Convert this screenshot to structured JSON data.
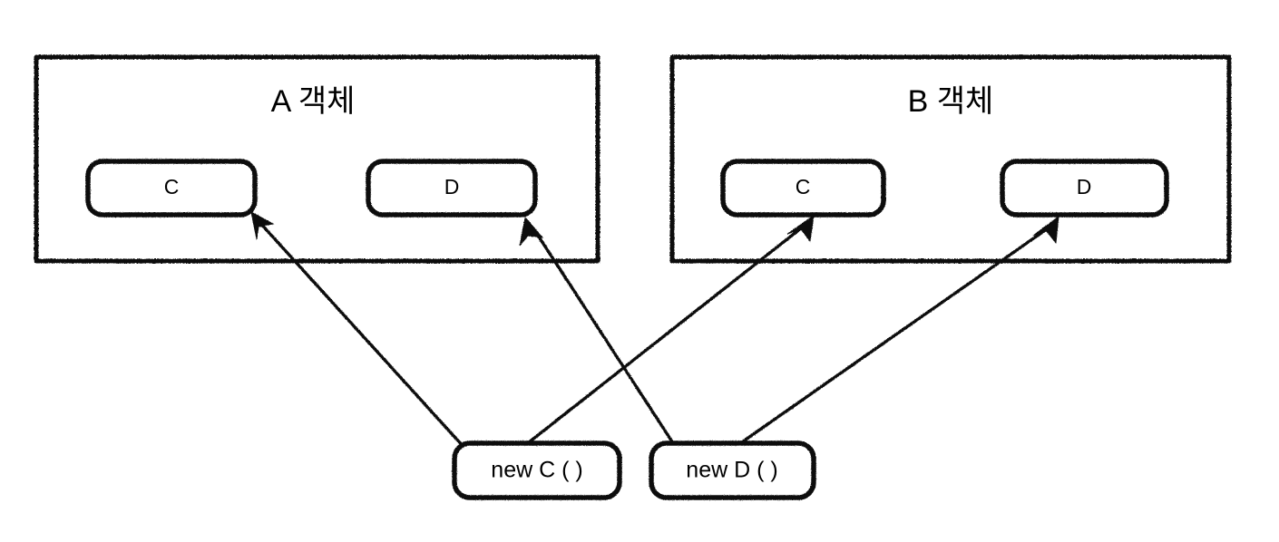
{
  "diagram": {
    "style": "hand-drawn sketch",
    "background_color": "#ffffff",
    "stroke_color": "#111111",
    "containers": [
      {
        "id": "object-a",
        "title": "A 객체",
        "members": [
          {
            "id": "a-c",
            "label": "C"
          },
          {
            "id": "a-d",
            "label": "D"
          }
        ]
      },
      {
        "id": "object-b",
        "title": "B 객체",
        "members": [
          {
            "id": "b-c",
            "label": "C"
          },
          {
            "id": "b-d",
            "label": "D"
          }
        ]
      }
    ],
    "instances": [
      {
        "id": "new-c",
        "label": "new C ( )"
      },
      {
        "id": "new-d",
        "label": "new D ( )"
      }
    ],
    "edges": [
      {
        "id": "edge-newc-to-ac",
        "from": "new-c",
        "to": "a-c",
        "arrow": "to"
      },
      {
        "id": "edge-newc-to-bc",
        "from": "new-c",
        "to": "b-c",
        "arrow": "to"
      },
      {
        "id": "edge-newd-to-ad",
        "from": "new-d",
        "to": "a-d",
        "arrow": "to"
      },
      {
        "id": "edge-newd-to-bd",
        "from": "new-d",
        "to": "b-d",
        "arrow": "to"
      }
    ]
  }
}
